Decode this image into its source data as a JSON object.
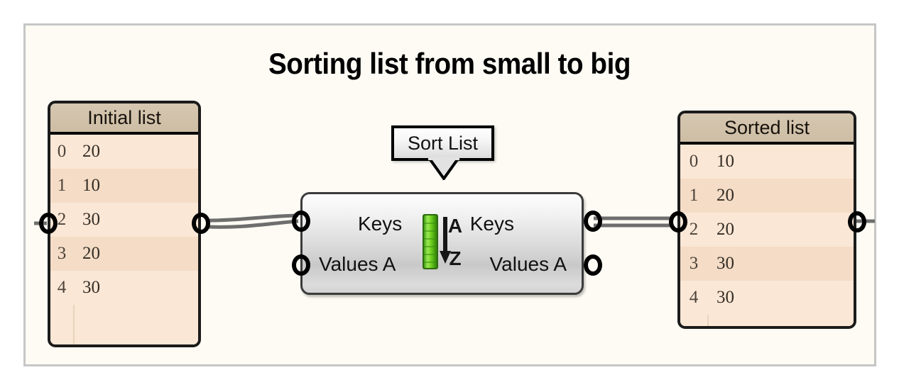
{
  "canvas": {
    "title": "Sorting list from small to big",
    "background_color": "#fdfbf4",
    "border_color": "#c6c6c6"
  },
  "panels": {
    "initial": {
      "header": "Initial list",
      "header_color": "#d2c2aa",
      "row_color_even": "#fbe7d6",
      "row_color_odd": "#f4dcc6",
      "rows": [
        {
          "index": "0",
          "value": "20"
        },
        {
          "index": "1",
          "value": "10"
        },
        {
          "index": "2",
          "value": "30"
        },
        {
          "index": "3",
          "value": "20"
        },
        {
          "index": "4",
          "value": "30"
        }
      ]
    },
    "sorted": {
      "header": "Sorted list",
      "header_color": "#d2c2aa",
      "row_color_even": "#fbe7d6",
      "row_color_odd": "#f4dcc6",
      "rows": [
        {
          "index": "0",
          "value": "10"
        },
        {
          "index": "1",
          "value": "20"
        },
        {
          "index": "2",
          "value": "20"
        },
        {
          "index": "3",
          "value": "30"
        },
        {
          "index": "4",
          "value": "30"
        }
      ]
    }
  },
  "component": {
    "callout_label": "Sort List",
    "inputs": [
      {
        "label": "Keys"
      },
      {
        "label": "Values A"
      }
    ],
    "outputs": [
      {
        "label": "Keys"
      },
      {
        "label": "Values A"
      }
    ],
    "icon": {
      "name": "sort-ascending-icon",
      "letter_top": "A",
      "letter_bottom": "Z",
      "bar_color": "#5ec82a"
    }
  },
  "wires": {
    "color": "#6e6e6e",
    "count_left": 2,
    "count_right": 2
  }
}
